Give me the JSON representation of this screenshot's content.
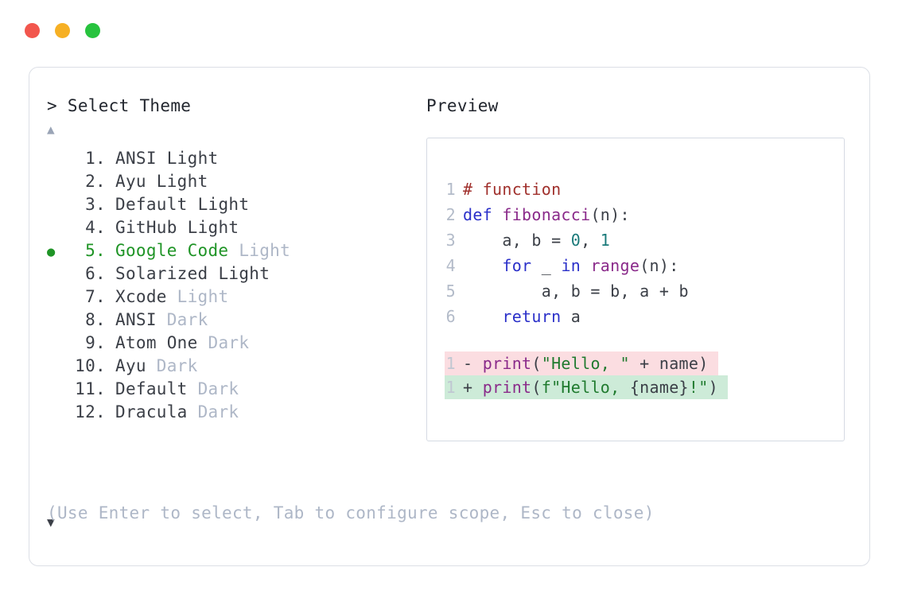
{
  "window": {
    "buttons": [
      {
        "name": "close",
        "color": "#f2564d"
      },
      {
        "name": "minimize",
        "color": "#f6b024"
      },
      {
        "name": "maximize",
        "color": "#27c33e"
      }
    ]
  },
  "picker": {
    "prompt": "> Select Theme",
    "scroll_up_indicator": "▲",
    "scroll_down_indicator": "▼",
    "selected_index": 5,
    "selection_bullet": "●",
    "items": [
      {
        "number": "1.",
        "name": "ANSI",
        "variant": "Light",
        "variant_dim": false,
        "selected": false
      },
      {
        "number": "2.",
        "name": "Ayu",
        "variant": "Light",
        "variant_dim": false,
        "selected": false
      },
      {
        "number": "3.",
        "name": "Default",
        "variant": "Light",
        "variant_dim": false,
        "selected": false
      },
      {
        "number": "4.",
        "name": "GitHub",
        "variant": "Light",
        "variant_dim": false,
        "selected": false
      },
      {
        "number": "5.",
        "name": "Google Code",
        "variant": "Light",
        "variant_dim": true,
        "selected": true
      },
      {
        "number": "6.",
        "name": "Solarized",
        "variant": "Light",
        "variant_dim": false,
        "selected": false
      },
      {
        "number": "7.",
        "name": "Xcode",
        "variant": "Light",
        "variant_dim": true,
        "selected": false
      },
      {
        "number": "8.",
        "name": "ANSI",
        "variant": "Dark",
        "variant_dim": true,
        "selected": false
      },
      {
        "number": "9.",
        "name": "Atom One",
        "variant": "Dark",
        "variant_dim": true,
        "selected": false
      },
      {
        "number": "10.",
        "name": "Ayu",
        "variant": "Dark",
        "variant_dim": true,
        "selected": false
      },
      {
        "number": "11.",
        "name": "Default",
        "variant": "Dark",
        "variant_dim": true,
        "selected": false
      },
      {
        "number": "12.",
        "name": "Dracula",
        "variant": "Dark",
        "variant_dim": true,
        "selected": false
      }
    ],
    "hint": "(Use Enter to select, Tab to configure scope, Esc to close)"
  },
  "preview": {
    "label": "Preview",
    "code_lines": [
      {
        "num": "1",
        "tokens": [
          {
            "t": "# function",
            "c": "comment"
          }
        ]
      },
      {
        "num": "2",
        "tokens": [
          {
            "t": "def ",
            "c": "keyword"
          },
          {
            "t": "fibonacci",
            "c": "func"
          },
          {
            "t": "(n):",
            "c": "punct"
          }
        ]
      },
      {
        "num": "3",
        "tokens": [
          {
            "t": "    a, b = ",
            "c": "plain"
          },
          {
            "t": "0",
            "c": "number"
          },
          {
            "t": ", ",
            "c": "plain"
          },
          {
            "t": "1",
            "c": "number"
          }
        ]
      },
      {
        "num": "4",
        "tokens": [
          {
            "t": "    ",
            "c": "plain"
          },
          {
            "t": "for",
            "c": "keyword"
          },
          {
            "t": " _ ",
            "c": "plain"
          },
          {
            "t": "in",
            "c": "keyword"
          },
          {
            "t": " ",
            "c": "plain"
          },
          {
            "t": "range",
            "c": "func"
          },
          {
            "t": "(n):",
            "c": "punct"
          }
        ]
      },
      {
        "num": "5",
        "tokens": [
          {
            "t": "        a, b = b, a + b",
            "c": "plain"
          }
        ]
      },
      {
        "num": "6",
        "tokens": [
          {
            "t": "    ",
            "c": "plain"
          },
          {
            "t": "return",
            "c": "keyword"
          },
          {
            "t": " a",
            "c": "plain"
          }
        ]
      }
    ],
    "diff_lines": [
      {
        "num": "1",
        "marker": "-",
        "kind": "removed",
        "tokens": [
          {
            "t": "print",
            "c": "func"
          },
          {
            "t": "(",
            "c": "punct"
          },
          {
            "t": "\"Hello, \"",
            "c": "string"
          },
          {
            "t": " + name)",
            "c": "plain"
          }
        ]
      },
      {
        "num": "1",
        "marker": "+",
        "kind": "added",
        "tokens": [
          {
            "t": "print",
            "c": "func"
          },
          {
            "t": "(",
            "c": "punct"
          },
          {
            "t": "f\"Hello, ",
            "c": "string"
          },
          {
            "t": "{name}",
            "c": "plain"
          },
          {
            "t": "!\"",
            "c": "string"
          },
          {
            "t": ")",
            "c": "punct"
          }
        ]
      }
    ]
  },
  "colors": {
    "selection_green": "#1f9426",
    "dim_gray": "#aeb7c7",
    "text_dark": "#3b3f47",
    "diff_removed_bg": "#fbdde1",
    "diff_added_bg": "#cdebd8",
    "comment": "#a0302c",
    "keyword": "#2b30c9",
    "function": "#8a2a8a",
    "number": "#1a7a7a",
    "string": "#1f7a2e"
  }
}
